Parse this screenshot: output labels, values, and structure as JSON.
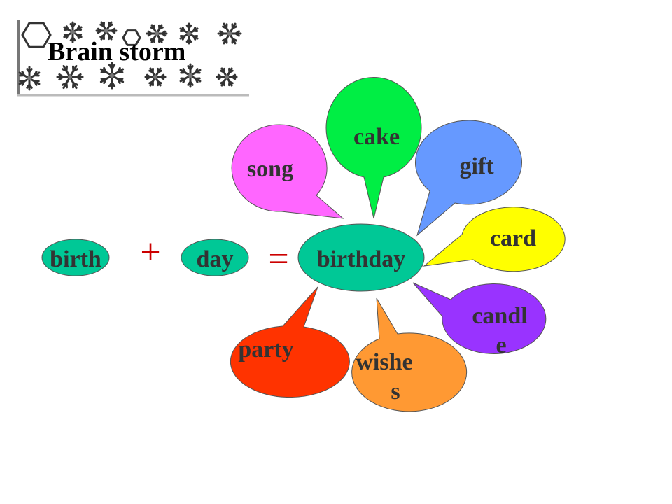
{
  "title": "Brain storm",
  "decoration": {
    "banner_icon": "snowflake-icon",
    "banner_color": "#777777"
  },
  "equation": {
    "part1": "birth",
    "plus": "+",
    "part2": "day",
    "equals": "=",
    "result": "birthday",
    "word_color": "#00c896"
  },
  "bubbles": [
    {
      "key": "song",
      "line1": "song",
      "line2": "",
      "color": "#ff66ff"
    },
    {
      "key": "cake",
      "line1": "cake",
      "line2": "",
      "color": "#00ee44"
    },
    {
      "key": "gift",
      "line1": "gift",
      "line2": "",
      "color": "#6699ff"
    },
    {
      "key": "card",
      "line1": "card",
      "line2": "",
      "color": "#ffff00"
    },
    {
      "key": "candle",
      "line1": "candl",
      "line2": "e",
      "color": "#9933ff"
    },
    {
      "key": "wishes",
      "line1": "wishe",
      "line2": "s",
      "color": "#ff9933"
    },
    {
      "key": "party",
      "line1": "party",
      "line2": "",
      "color": "#ff3300"
    }
  ]
}
